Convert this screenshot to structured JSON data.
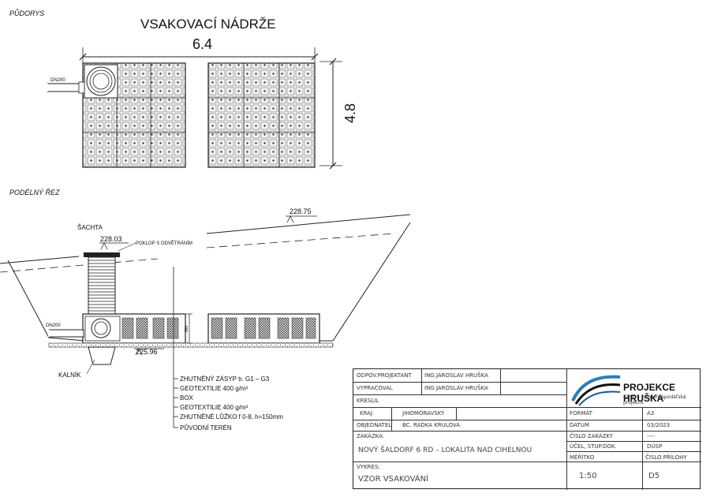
{
  "labels": {
    "pudorys": "PŮDORYS",
    "title": "VSAKOVACÍ NÁDRŽE",
    "dim_width": "6.4",
    "dim_height": "4.8",
    "dn200_top": "DN200",
    "podelny_rez": "PODÉLNÝ ŘEZ",
    "level_terrain": "228.75",
    "sachta": "ŠACHTA",
    "level_lid": "228.03",
    "poklop": "POKLOP S ODVĚTRÁNÍM",
    "dn200_section": "DN200",
    "box_height": "660",
    "level_bottom": "225.96",
    "kalnik": "KALNÍK"
  },
  "layers": [
    "ZHUTNĚNÝ ZÁSYP tr. G1 – G3",
    "GEOTEXTILIE 400 g/m²",
    "BOX",
    "GEOTEXTILIE 400 g/m²",
    "ZHUTNĚNÉ LŮŽKO f 0-8, h=150mm",
    "PŮVODNÍ TERÉN"
  ],
  "titleblock": {
    "odpov_label": "ODPOV.PROJEKTANT",
    "odpov_value": "ING.JAROSLAV HRUŠKA",
    "vypracoval_label": "VYPRACOVAL",
    "vypracoval_value": "ING.JAROSLAV HRUŠKA",
    "kreslil_label": "KRESLIL",
    "logo_title": "PROJEKCE HRUŠKA",
    "logo_subtitle": "silniční | vodohospodářská projekce",
    "kraj_label": "KRAJ",
    "kraj_value": "JIHOMORAVSKÝ",
    "format_label": "FORMÁT",
    "format_value": "A3",
    "objednatel_label": "OBJEDNATEL",
    "objednatel_value": "BC. RADKA KRULOVÁ",
    "datum_label": "DATUM",
    "datum_value": "03/2023",
    "zakazka_label": "ZAKÁZKA:",
    "zakazka_value": "NOVÝ ŠALDORF 6 RD – LOKALITA NAD CIHELNOU",
    "cislo_zakazky_label": "ČÍSLO ZAKÁZKY",
    "cislo_zakazky_value": "----",
    "ucel_label": "ÚČEL, STUP.DOK.",
    "ucel_value": "DÚSP",
    "vykres_label": "VÝKRES:",
    "vykres_value": "VZOR VSAKOVÁNÍ",
    "meritko_label": "MĚŘÍTKO",
    "meritko_value": "1:50",
    "cislo_prilohy_label": "ČÍSLO PŘÍLOHY",
    "cislo_prilohy_value": "D5"
  }
}
